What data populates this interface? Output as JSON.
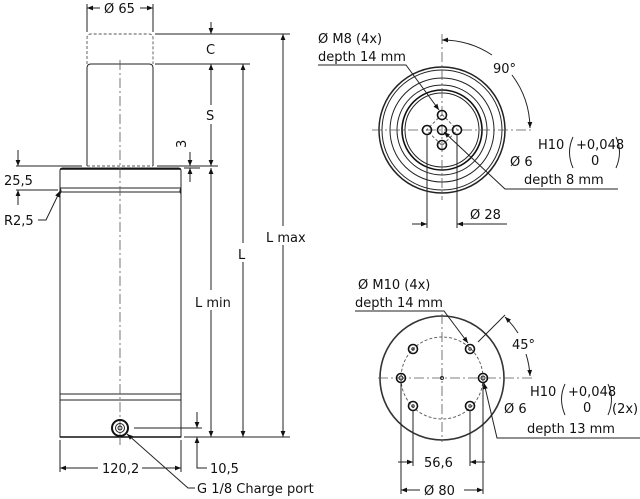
{
  "side_view": {
    "rod_diameter": "Ø 65",
    "stroke_reserve": "C",
    "stroke": "S",
    "gap": "3",
    "length_max": "L max",
    "length": "L",
    "length_min": "L min",
    "flange_height": "25,5",
    "groove_radius": "R2,5",
    "body_diameter": "120,2",
    "port_offset": "10,5",
    "charge_port": "G 1/8 Charge port"
  },
  "top_view": {
    "thread": "Ø M8 (4x)",
    "thread_depth": "depth 14 mm",
    "angle": "90°",
    "pin_diameter": "Ø 6",
    "tolerance_class": "H10",
    "tolerance_upper": "+0,048",
    "tolerance_lower": "0",
    "pin_depth": "depth 8 mm",
    "bolt_circle": "Ø 28"
  },
  "bottom_view": {
    "thread": "Ø M10 (4x)",
    "thread_depth": "depth 14 mm",
    "angle": "45°",
    "pin_diameter": "Ø 6",
    "tolerance_class": "H10",
    "tolerance_upper": "+0,048",
    "tolerance_lower": "0",
    "pin_count": "(2x)",
    "pin_depth": "depth 13 mm",
    "hole_spacing": "56,6",
    "bolt_circle": "Ø 80"
  }
}
